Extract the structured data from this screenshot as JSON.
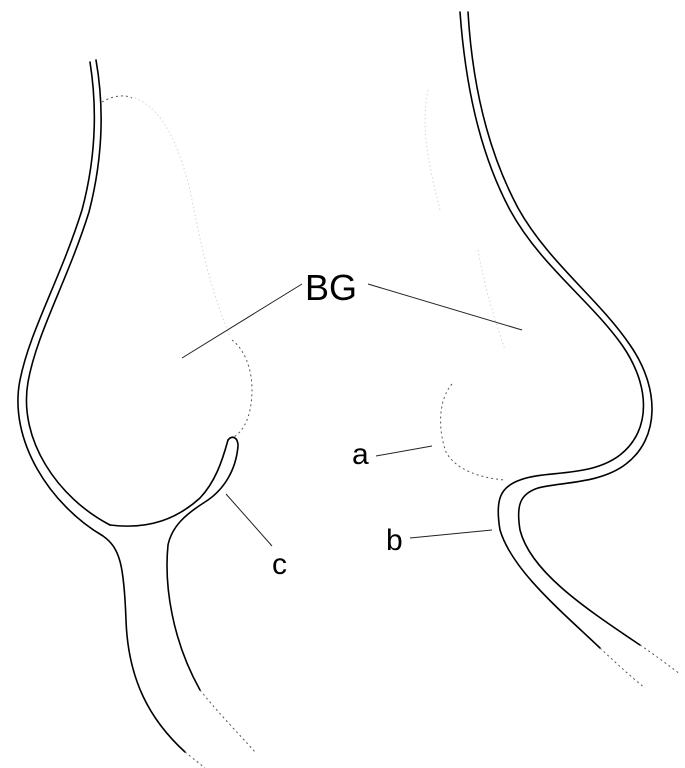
{
  "labels": {
    "bg": "BG",
    "a": "a",
    "b": "b",
    "c": "c"
  }
}
